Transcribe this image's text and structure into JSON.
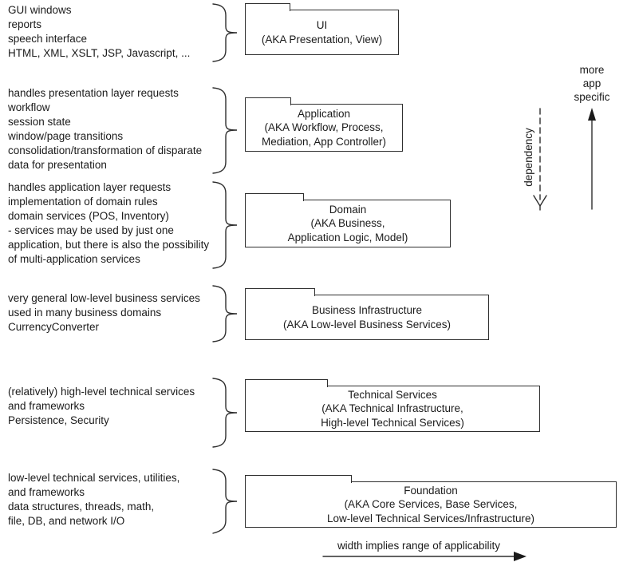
{
  "layers": [
    {
      "id": "ui",
      "description_lines": [
        "GUI windows",
        "reports",
        "speech interface",
        "HTML, XML, XSLT, JSP, Javascript, ..."
      ],
      "box_lines": [
        "UI",
        "(AKA  Presentation, View)"
      ]
    },
    {
      "id": "application",
      "description_lines": [
        "handles presentation layer requests",
        "workflow",
        "session state",
        "window/page transitions",
        "consolidation/transformation of disparate",
        "data for presentation"
      ],
      "box_lines": [
        "Application",
        "(AKA Workflow, Process,",
        "Mediation, App Controller)"
      ]
    },
    {
      "id": "domain",
      "description_lines": [
        "handles application layer requests",
        "implementation of domain rules",
        "domain services (POS, Inventory)",
        "- services may be used by just one",
        "application, but there is also the possibility",
        "of multi-application services"
      ],
      "box_lines": [
        "Domain",
        "(AKA Business,",
        "Application Logic, Model)"
      ]
    },
    {
      "id": "business-infrastructure",
      "description_lines": [
        "very general low-level business services",
        "used in many business domains",
        "CurrencyConverter"
      ],
      "box_lines": [
        "Business Infrastructure",
        "(AKA Low-level Business Services)"
      ]
    },
    {
      "id": "technical-services",
      "description_lines": [
        "(relatively) high-level technical services",
        "and frameworks",
        "Persistence, Security"
      ],
      "box_lines": [
        "Technical Services",
        "(AKA Technical Infrastructure,",
        "High-level Technical Services)"
      ]
    },
    {
      "id": "foundation",
      "description_lines": [
        "low-level technical services, utilities,",
        "and frameworks",
        "data structures, threads, math,",
        "file, DB, and network I/O"
      ],
      "box_lines": [
        "Foundation",
        "(AKA Core Services, Base Services,",
        "Low-level Technical Services/Infrastructure)"
      ]
    }
  ],
  "annotations": {
    "more_app_specific_lines": [
      "more",
      "app",
      "specific"
    ],
    "dependency_label": "dependency",
    "width_caption": "width implies  range of applicability"
  },
  "colors": {
    "line": "#2e2e2e",
    "text": "#1b1b1b",
    "background": "#ffffff"
  }
}
